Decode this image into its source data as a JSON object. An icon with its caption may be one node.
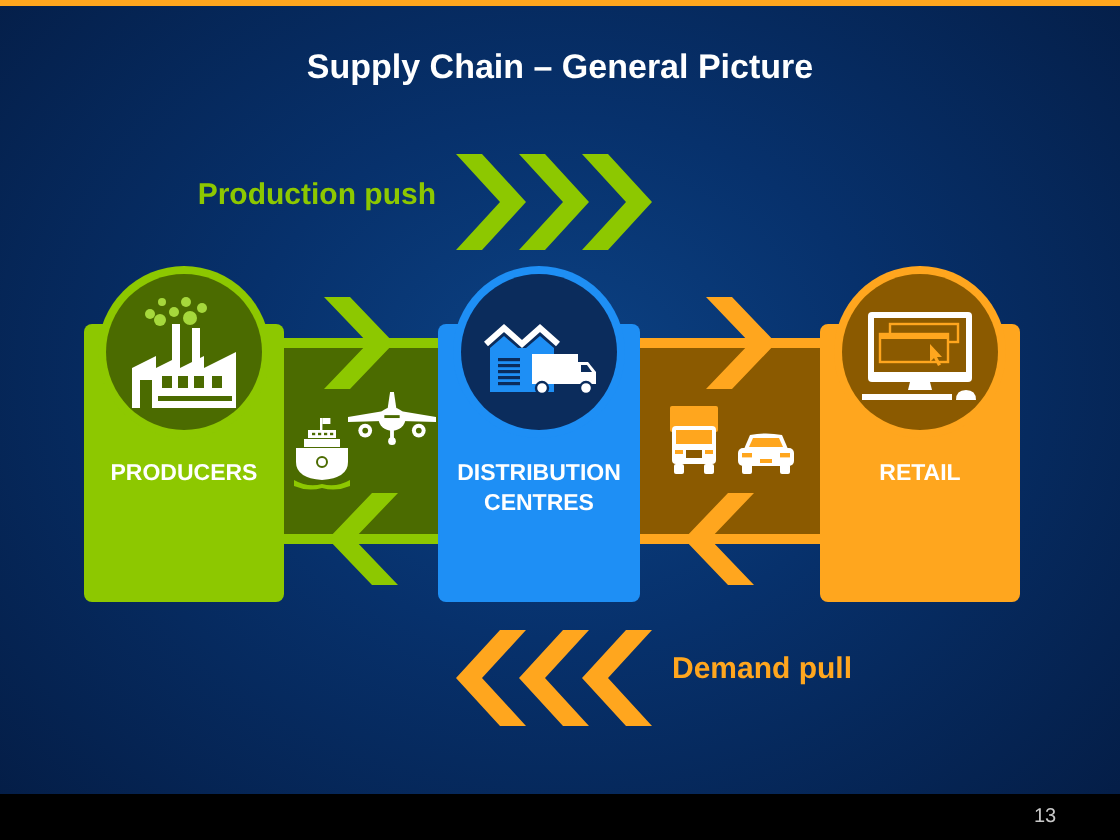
{
  "diagram": {
    "title": "Supply Chain – General Picture",
    "nodes": [
      {
        "text": [
          "PRODUCERS"
        ]
      },
      {
        "text": [
          "DISTRIBUTION CENTRES"
        ]
      },
      {
        "text": [
          "RETAIL"
        ]
      }
    ],
    "edges": [
      {
        "from": 0,
        "to": 1,
        "arrow": "to",
        "color": "#8dc800"
      },
      {
        "from": 1,
        "to": 0,
        "arrow": "to",
        "color": "#8dc800"
      },
      {
        "from": 1,
        "to": 2,
        "arrow": "to",
        "color": "#ffa61e"
      },
      {
        "from": 2,
        "to": 1,
        "arrow": "to",
        "color": "#ffa61e"
      }
    ],
    "labels": [
      "Production push",
      "Demand pull",
      "13"
    ]
  }
}
